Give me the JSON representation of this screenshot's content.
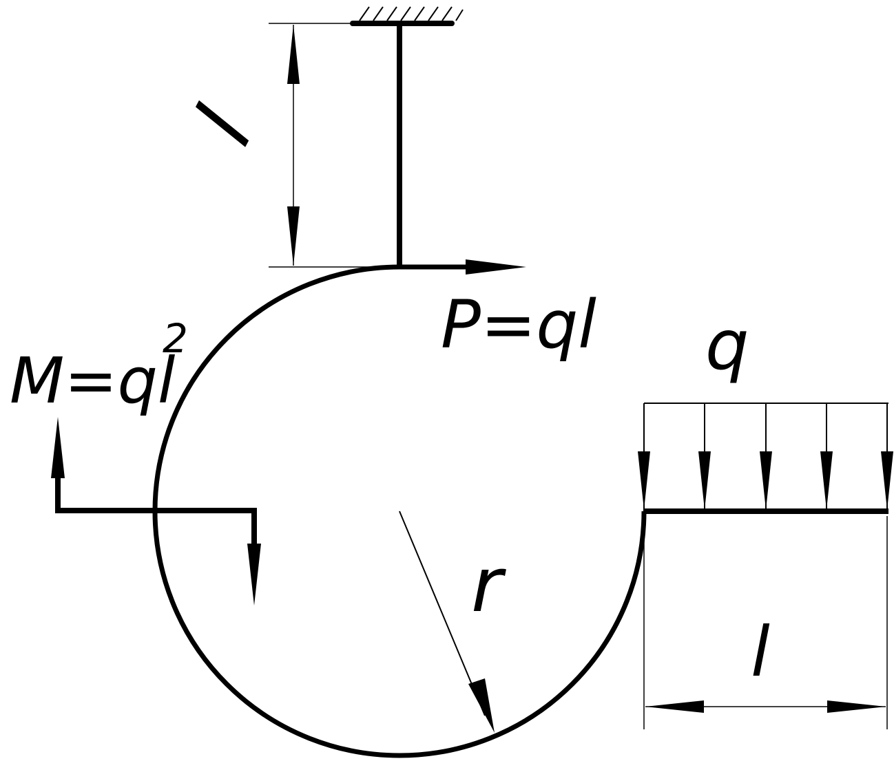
{
  "labels": {
    "support_length": "l",
    "force": "P=ql",
    "moment": "M=ql",
    "moment_exponent": "2",
    "load": "q",
    "radius": "r",
    "load_length": "l"
  },
  "colors": {
    "ink": "#000000",
    "background": "#ffffff"
  }
}
